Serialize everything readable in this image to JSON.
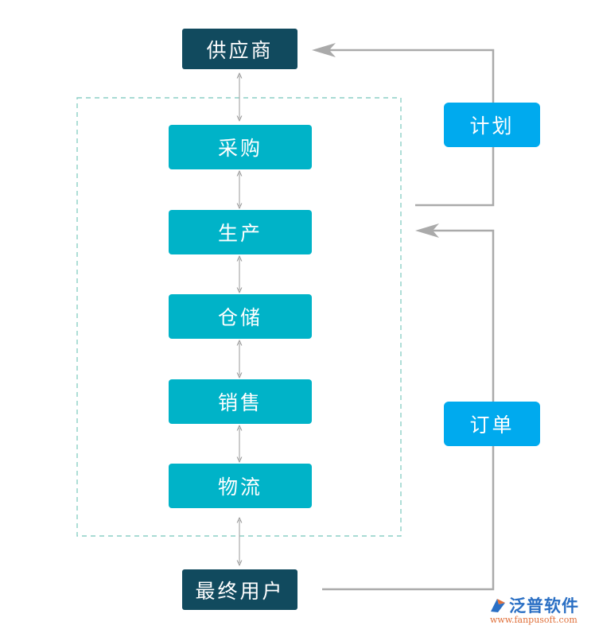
{
  "nodes": {
    "supplier": "供应商",
    "end_user": "最终用户",
    "stages": [
      "采购",
      "生产",
      "仓储",
      "销售",
      "物流"
    ]
  },
  "flows": {
    "plan": "计划",
    "order": "订单"
  },
  "brand": {
    "name": "泛普软件",
    "url": "www.fanpusoft.com"
  },
  "colors": {
    "dark_box": "#114a5e",
    "stage_box": "#00b3c8",
    "flow_label": "#00aaee",
    "connector": "#aaaaaa",
    "dashed_frame": "#8ccfc6"
  }
}
